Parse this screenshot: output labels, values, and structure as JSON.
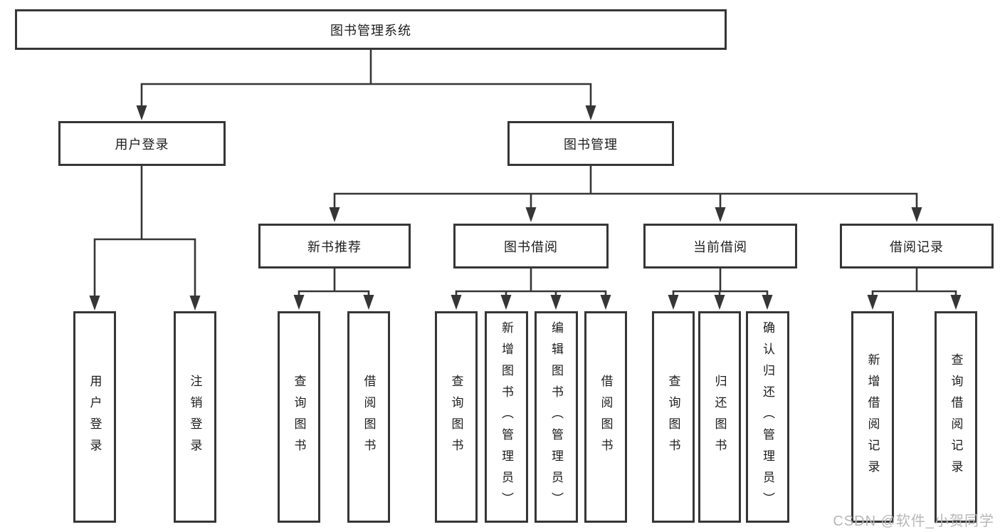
{
  "style": {
    "line_color": "#363636",
    "box_border_color": "#363636",
    "text_color": "#1d1d1d",
    "watermark_color": "#b7b7b7",
    "background_color": "#ffffff"
  },
  "tree": {
    "root": {
      "label": "图书管理系统"
    },
    "children": [
      {
        "label": "用户登录",
        "children": [
          {
            "label": "用户登录"
          },
          {
            "label": "注销登录"
          }
        ]
      },
      {
        "label": "图书管理",
        "children": [
          {
            "label": "新书推荐",
            "children": [
              {
                "label": "查询图书"
              },
              {
                "label": "借阅图书"
              }
            ]
          },
          {
            "label": "图书借阅",
            "children": [
              {
                "label": "查询图书"
              },
              {
                "label": "新增图书（管理员）"
              },
              {
                "label": "编辑图书（管理员）"
              },
              {
                "label": "借阅图书"
              }
            ]
          },
          {
            "label": "当前借阅",
            "children": [
              {
                "label": "查询图书"
              },
              {
                "label": "归还图书"
              },
              {
                "label": "确认归还（管理员）"
              }
            ]
          },
          {
            "label": "借阅记录",
            "children": [
              {
                "label": "新增借阅记录"
              },
              {
                "label": "查询借阅记录"
              }
            ]
          }
        ]
      }
    ]
  },
  "watermark": {
    "text": "CSDN @软件_小贺同学"
  }
}
